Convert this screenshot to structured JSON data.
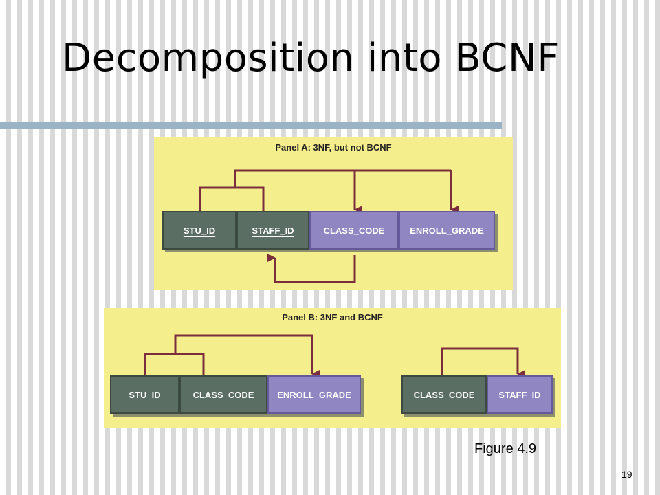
{
  "slide": {
    "title": "Decomposition into BCNF",
    "caption": "Figure 4.9",
    "page_number": "19"
  },
  "panel_a": {
    "title": "Panel A: 3NF, but not BCNF",
    "attributes": [
      "STU_ID",
      "STAFF_ID",
      "CLASS_CODE",
      "ENROLL_GRADE"
    ]
  },
  "panel_b": {
    "title": "Panel B: 3NF and BCNF",
    "table1": [
      "STU_ID",
      "CLASS_CODE",
      "ENROLL_GRADE"
    ],
    "table2": [
      "CLASS_CODE",
      "STAFF_ID"
    ]
  },
  "colors": {
    "panel_bg": "#f5ee8c",
    "key_attr": "#5b6e63",
    "nonkey_attr": "#8f86c2",
    "arrow": "#7b2e3e",
    "divider": "#9bb3c6"
  }
}
